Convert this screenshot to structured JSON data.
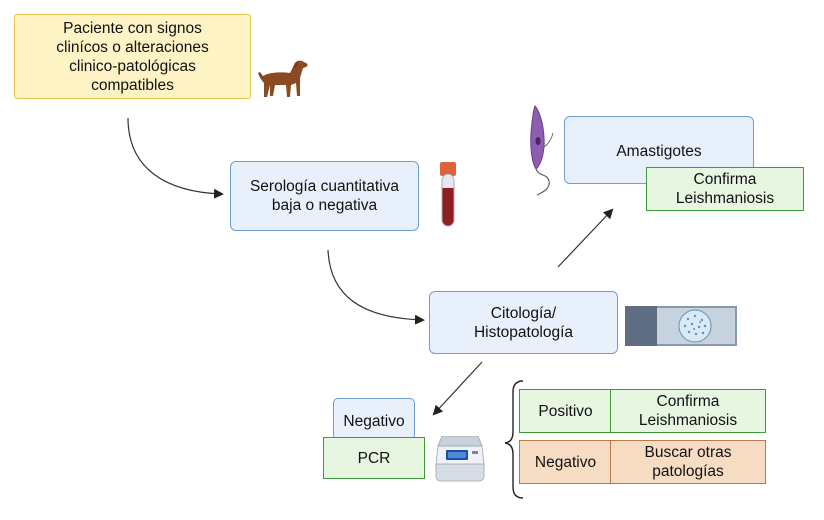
{
  "nodes": {
    "patient": "Paciente con signos\nclinícos o alteraciones\nclinico-patológicas\ncompatibles",
    "serology": "Serología cuantitativa\nbaja o negativa",
    "cytology": "Citología/\nHistopatología",
    "amastigotes": "Amastigotes",
    "confirm_top": "Confirma\nLeishmaniosis",
    "negative_small": "Negativo",
    "pcr": "PCR",
    "positive_label": "Positivo",
    "confirm_pcr": "Confirma\nLeishmaniosis",
    "negative_label": "Negativo",
    "other_pathologies": "Buscar otras\npatologías"
  },
  "icons": [
    "dog-icon",
    "blood-tube-icon",
    "leishmania-parasite-icon",
    "microscope-slide-icon",
    "pcr-thermocycler-icon"
  ],
  "colors": {
    "blue_fill": "#e8f1fb",
    "blue_border": "#6e9ed6",
    "yellow_fill": "#fdf3c4",
    "yellow_border": "#e8c750",
    "green_fill": "#e6f6e1",
    "green_border": "#3f9a3c",
    "orange_fill": "#f7dcc4",
    "orange_border": "#b8794a"
  }
}
